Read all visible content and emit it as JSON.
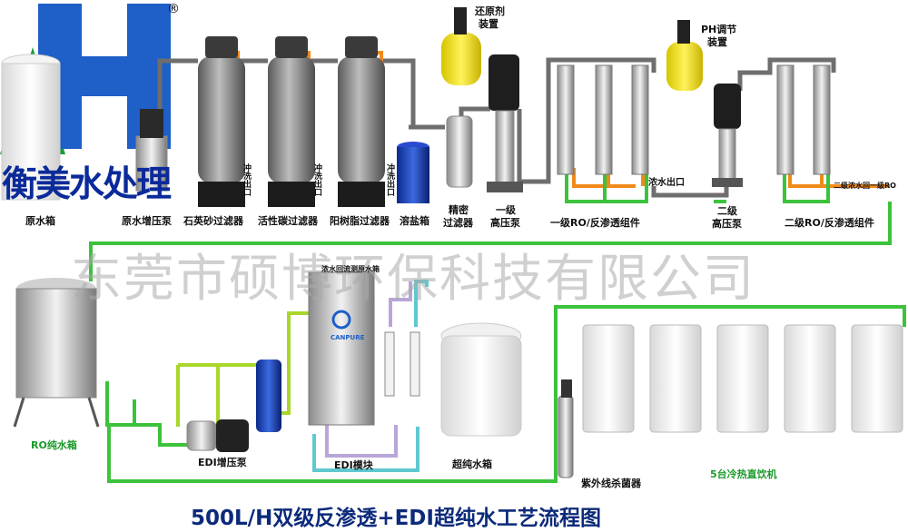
{
  "brand": {
    "text": "衡美水处理",
    "reg_mark": "®"
  },
  "watermark": "东莞市硕博环保科技有限公司",
  "title": "500L/H双级反渗透+EDI超纯水工艺流程图",
  "labels": {
    "raw_tank": "原水箱",
    "raw_pump": "原水增压泵",
    "sand_filter": "石英砂过滤器",
    "carbon_filter": "活性碳过滤器",
    "resin_filter": "阳树脂过滤器",
    "salt_tank": "溶盐箱",
    "reducer_1": "还原剂",
    "reducer_2": "装置",
    "precision_1": "精密",
    "precision_2": "过滤器",
    "hp1_1": "一级",
    "hp1_2": "高压泵",
    "ro1": "一级RO/反渗透组件",
    "conc_out": "浓水出口",
    "ph_1": "PH调节",
    "ph_2": "装置",
    "hp2_1": "二级",
    "hp2_2": "高压泵",
    "ro2": "二级RO/反渗透组件",
    "conc_return": "二级浓水回一级RO",
    "ro_tank": "RO纯水箱",
    "edi_pump": "EDI增压泵",
    "edi_module": "EDI模块",
    "edi_top": "浓水回流测原水箱",
    "edi_brand": "CANPURE",
    "ultra_tank": "超纯水箱",
    "uv": "紫外线杀菌器",
    "dispensers": "5台冷热直饮机",
    "flush_out": "冲洗出口"
  },
  "colors": {
    "green_pipe": "#3cc23c",
    "orange_pipe": "#f08a1a",
    "grey_pipe": "#6e6e6e",
    "yellowgreen_pipe": "#a8d62a",
    "purple_pipe": "#b8a6d8",
    "cyan_pipe": "#5fc8d0",
    "logo_blue": "#1e5fc8",
    "logo_green": "#1a9a3a"
  }
}
